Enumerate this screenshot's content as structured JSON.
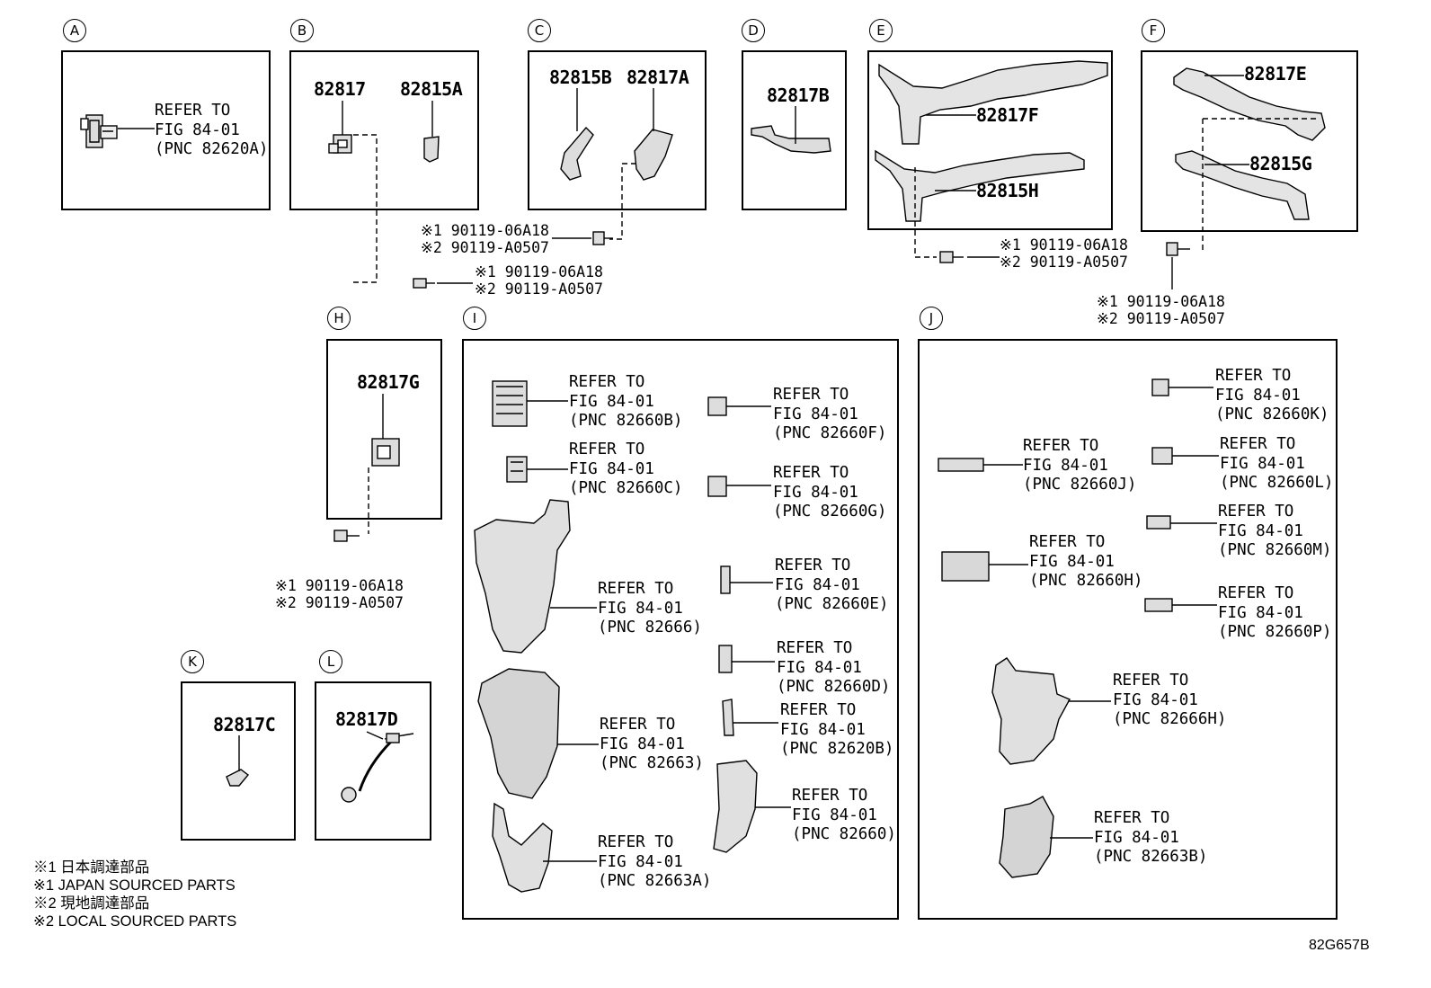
{
  "sections": {
    "A": {
      "label": "A",
      "ref": {
        "l1": "REFER TO",
        "l2": "FIG 84-01",
        "l3": "(PNC 82620A)"
      }
    },
    "B": {
      "label": "B",
      "p1": "82817",
      "p2": "82815A"
    },
    "C": {
      "label": "C",
      "p1": "82815B",
      "p2": "82817A"
    },
    "D": {
      "label": "D",
      "p1": "82817B"
    },
    "E": {
      "label": "E",
      "p1": "82817F",
      "p2": "82815H"
    },
    "F": {
      "label": "F",
      "p1": "82817E",
      "p2": "82815G"
    },
    "H": {
      "label": "H",
      "p1": "82817G"
    },
    "I": {
      "label": "I",
      "refs": [
        {
          "l1": "REFER TO",
          "l2": "FIG 84-01",
          "l3": "(PNC 82660B)"
        },
        {
          "l1": "REFER TO",
          "l2": "FIG 84-01",
          "l3": "(PNC 82660C)"
        },
        {
          "l1": "REFER TO",
          "l2": "FIG 84-01",
          "l3": "(PNC 82666)"
        },
        {
          "l1": "REFER TO",
          "l2": "FIG 84-01",
          "l3": "(PNC 82663)"
        },
        {
          "l1": "REFER TO",
          "l2": "FIG 84-01",
          "l3": "(PNC 82663A)"
        },
        {
          "l1": "REFER TO",
          "l2": "FIG 84-01",
          "l3": "(PNC 82660F)"
        },
        {
          "l1": "REFER TO",
          "l2": "FIG 84-01",
          "l3": "(PNC 82660G)"
        },
        {
          "l1": "REFER TO",
          "l2": "FIG 84-01",
          "l3": "(PNC 82660E)"
        },
        {
          "l1": "REFER TO",
          "l2": "FIG 84-01",
          "l3": "(PNC 82660D)"
        },
        {
          "l1": "REFER TO",
          "l2": "FIG 84-01",
          "l3": "(PNC 82620B)"
        },
        {
          "l1": "REFER TO",
          "l2": "FIG 84-01",
          "l3": "(PNC 82660)"
        }
      ]
    },
    "J": {
      "label": "J",
      "refs": [
        {
          "l1": "REFER TO",
          "l2": "FIG 84-01",
          "l3": "(PNC 82660K)"
        },
        {
          "l1": "REFER TO",
          "l2": "FIG 84-01",
          "l3": "(PNC 82660J)"
        },
        {
          "l1": "REFER TO",
          "l2": "FIG 84-01",
          "l3": "(PNC 82660L)"
        },
        {
          "l1": "REFER TO",
          "l2": "FIG 84-01",
          "l3": "(PNC 82660M)"
        },
        {
          "l1": "REFER TO",
          "l2": "FIG 84-01",
          "l3": "(PNC 82660H)"
        },
        {
          "l1": "REFER TO",
          "l2": "FIG 84-01",
          "l3": "(PNC 82660P)"
        },
        {
          "l1": "REFER TO",
          "l2": "FIG 84-01",
          "l3": "(PNC 82666H)"
        },
        {
          "l1": "REFER TO",
          "l2": "FIG 84-01",
          "l3": "(PNC 82663B)"
        }
      ]
    },
    "K": {
      "label": "K",
      "p1": "82817C"
    },
    "L": {
      "label": "L",
      "p1": "82817D"
    }
  },
  "bolt": {
    "l1": "※1 90119-06A18",
    "l2": "※2 90119-A0507"
  },
  "notes": [
    "※1 日本調達部品",
    "※1 JAPAN SOURCED PARTS",
    "※2 現地調達部品",
    "※2 LOCAL SOURCED PARTS"
  ],
  "figure_code": "82G657B"
}
